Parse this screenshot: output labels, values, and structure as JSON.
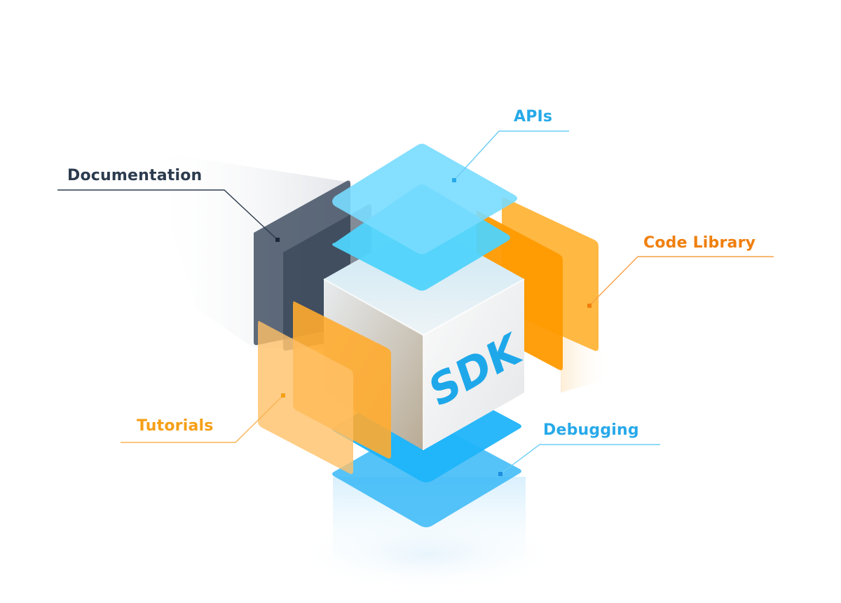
{
  "cube": {
    "text": "SDK"
  },
  "components": {
    "apis": {
      "label": "APIs",
      "color": "#27a9e9"
    },
    "documentation": {
      "label": "Documentation",
      "color": "#2c3b4e"
    },
    "code_library": {
      "label": "Code Library",
      "color": "#f07f0e"
    },
    "tutorials": {
      "label": "Tutorials",
      "color": "#f59f17"
    },
    "debugging": {
      "label": "Debugging",
      "color": "#27a9e9"
    }
  }
}
